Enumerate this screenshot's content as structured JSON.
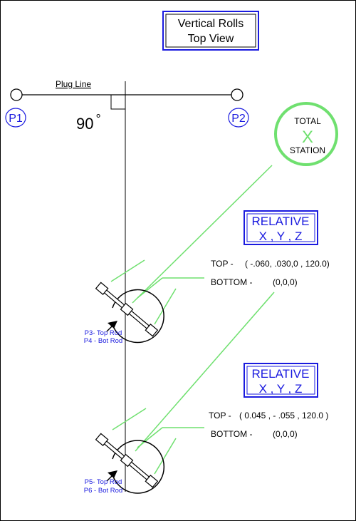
{
  "title": {
    "line1": "Vertical Rolls",
    "line2": "Top View"
  },
  "plug_line": {
    "label": "Plug Line"
  },
  "points": {
    "p1": "P1",
    "p2": "P2"
  },
  "angle": {
    "value": "90",
    "unit": "°"
  },
  "total_station": {
    "top": "TOTAL",
    "mark": "X",
    "bottom": "STATION"
  },
  "groups": [
    {
      "relative_title": "RELATIVE",
      "axes": "X , Y , Z",
      "top_label": "TOP -",
      "top_value": "( -.060, .030,0 , 120.0)",
      "bottom_label": "BOTTOM -",
      "bottom_value": "(0,0,0)",
      "rod_top": "P3- Top Rod",
      "rod_bot": "P4 - Bot Rod"
    },
    {
      "relative_title": "RELATIVE",
      "axes": "X , Y , Z",
      "top_label": "TOP -",
      "top_value": "( 0.045 , - .055 , 120.0 )",
      "bottom_label": "BOTTOM -",
      "bottom_value": "(0,0,0)",
      "rod_top": "P5- Top Rod",
      "rod_bot": "P6 - Bot Rod"
    }
  ],
  "colors": {
    "blue": "#1a1adf",
    "green": "#6fe06f",
    "black": "#000000"
  }
}
